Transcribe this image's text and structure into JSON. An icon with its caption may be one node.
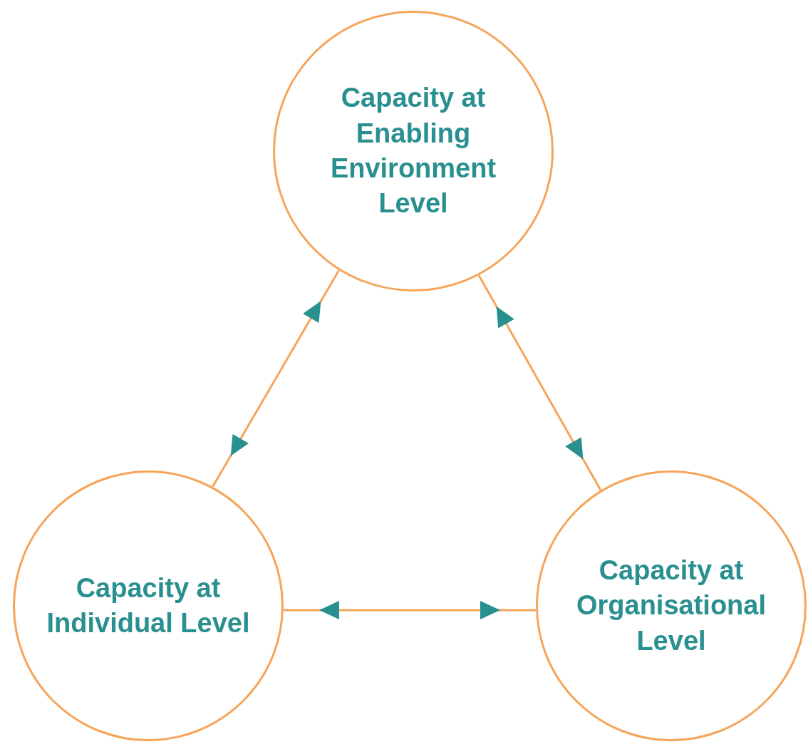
{
  "diagram": {
    "nodes": [
      {
        "text": [
          "Capacity at Enabling Environment Level"
        ]
      },
      {
        "text": [
          "Capacity at Individual Level"
        ]
      },
      {
        "text": [
          "Capacity at Organisational Level"
        ]
      }
    ],
    "edges": [
      {
        "from": 0,
        "to": 1,
        "arrow": "both"
      },
      {
        "from": 0,
        "to": 2,
        "arrow": "both"
      },
      {
        "from": 1,
        "to": 2,
        "arrow": "both"
      }
    ]
  }
}
